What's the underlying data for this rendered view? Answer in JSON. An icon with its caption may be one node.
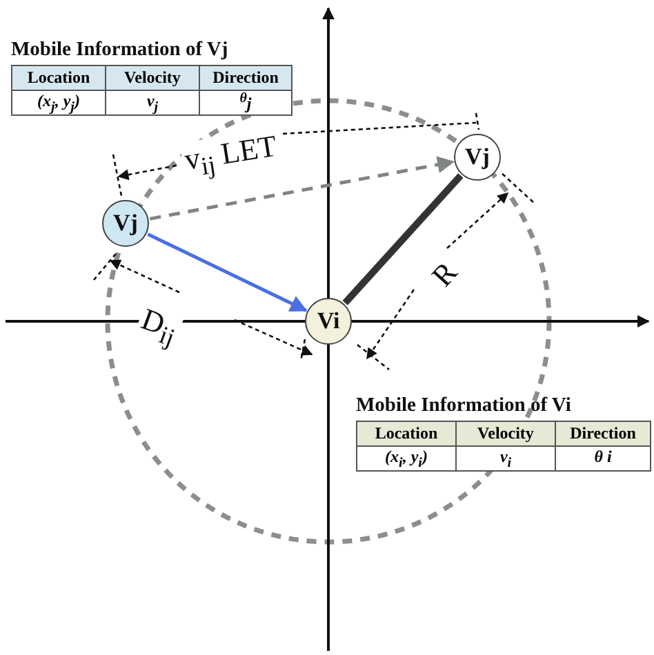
{
  "diagram": {
    "nodes": [
      {
        "text": [
          "Vj"
        ]
      },
      {
        "text": [
          "Vi"
        ]
      },
      {
        "text": [
          "Vj"
        ]
      }
    ],
    "edges": [
      {
        "from": 0,
        "to": 1,
        "arrow": "to",
        "color": "#4a6fe0"
      },
      {
        "from": 0,
        "to": 2,
        "arrow": "to",
        "style": "dashed",
        "color": "#7f8583"
      },
      {
        "from": 1,
        "to": 2,
        "arrow": "none",
        "style": "thick",
        "color": "#333333"
      }
    ],
    "labels": [
      "Mobile Information of Vj",
      "Location",
      "Velocity",
      "Direction",
      "(x$_{j}$, y$_{j}$)",
      "v$_{j}$",
      "$^{θ}$j",
      "v$_{ij}$ LET",
      "D$_{ij}$",
      "R",
      "Mobile Information of Vi",
      "Location",
      "Velocity",
      "Direction",
      "(x$_{i}$, y$_{i}$)",
      "v$_{i}$",
      "θ i"
    ]
  }
}
